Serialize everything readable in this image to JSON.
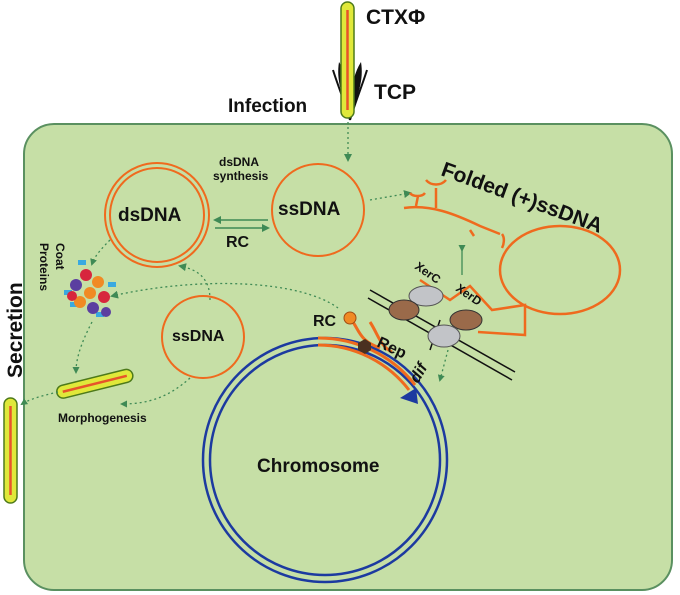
{
  "labels": {
    "phage": "CTXΦ",
    "pilus": "TCP",
    "infection": "Infection",
    "secretion": "Secretion",
    "ds_synthesis_line1": "dsDNA",
    "ds_synthesis_line2": "synthesis",
    "ssdna_top": "ssDNA",
    "dsdna": "dsDNA",
    "rc_left": "RC",
    "folded": "Folded (+)ssDNA",
    "coat": "Coat",
    "proteins": "Proteins",
    "ssdna_mid": "ssDNA",
    "rc_chrom": "RC",
    "rep": "Rep",
    "xerc": "XerC",
    "xerd": "XerD",
    "dif": "dif",
    "morphogenesis": "Morphogenesis",
    "chromosome": "Chromosome"
  },
  "colors": {
    "cell_fill": "#c6dfa6",
    "cell_stroke": "#5a9060",
    "orange": "#ef6a1e",
    "navy": "#1c3aa0",
    "arrow_green": "#3f8a55",
    "phage_yellow": "#e0e83a",
    "phage_stroke": "#4d7a1a",
    "phage_core": "#e7542a",
    "coat_purple": "#5b3fa0",
    "coat_red": "#d7263d",
    "coat_orange": "#f08a24",
    "coat_cyan": "#3aa9e0",
    "xer_gray": "#c2c4c8",
    "xer_brown": "#9a6a4a"
  }
}
